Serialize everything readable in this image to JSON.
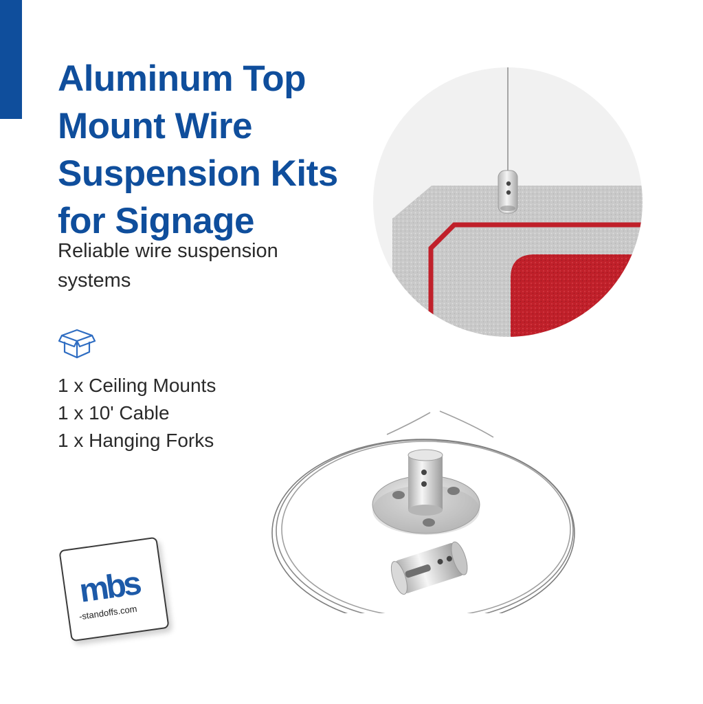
{
  "headline": {
    "lines": [
      "Aluminum Top",
      "Mount Wire",
      "Suspension Kits",
      "for Signage"
    ]
  },
  "tagline": "Reliable wire suspension systems",
  "package_icon": "open-box-icon",
  "kit_contents": [
    "1 x Ceiling Mounts",
    "1 x 10' Cable",
    "1 x Hanging Forks"
  ],
  "brand": {
    "logo_mark": "mbs",
    "site": "-standoffs.com"
  },
  "colors": {
    "brand_blue": "#0f4e9c",
    "sign_red": "#c0202a"
  }
}
